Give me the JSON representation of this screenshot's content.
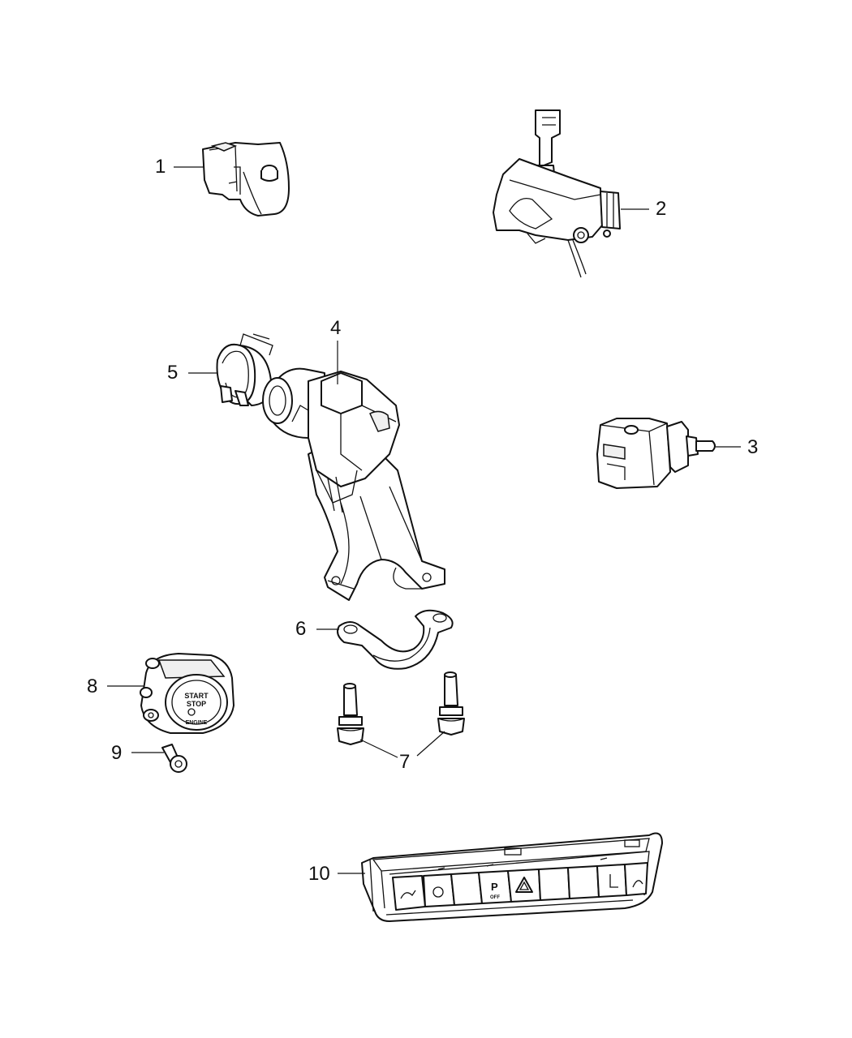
{
  "callouts": [
    {
      "id": "1",
      "label": "1"
    },
    {
      "id": "2",
      "label": "2"
    },
    {
      "id": "3",
      "label": "3"
    },
    {
      "id": "4",
      "label": "4"
    },
    {
      "id": "5",
      "label": "5"
    },
    {
      "id": "6",
      "label": "6"
    },
    {
      "id": "7",
      "label": "7"
    },
    {
      "id": "8",
      "label": "8"
    },
    {
      "id": "9",
      "label": "9"
    },
    {
      "id": "10",
      "label": "10"
    }
  ],
  "start_button": {
    "line1": "START",
    "line2": "STOP",
    "line3": "ENGINE"
  },
  "switch_bank": {
    "parking_label": "P",
    "parking_sub": "OFF"
  }
}
